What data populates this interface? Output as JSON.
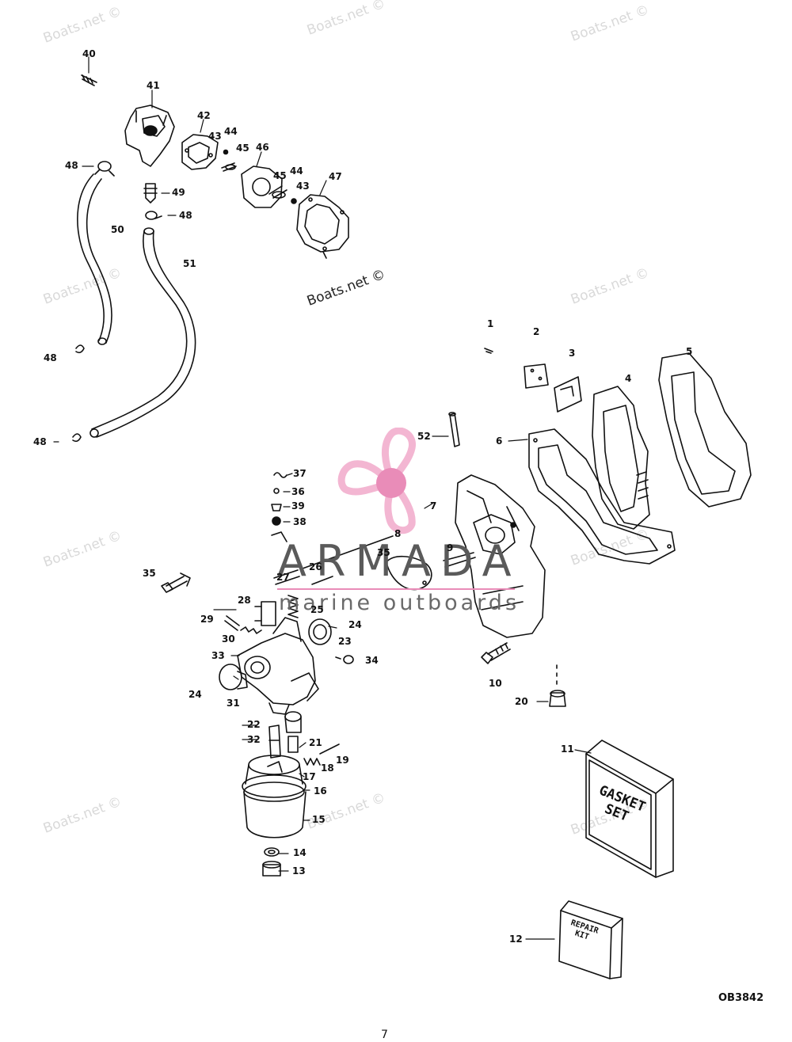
{
  "watermarks": {
    "text": "Boats.net ©"
  },
  "brand": {
    "name": "ARMADA",
    "tagline": "marine outboards",
    "colors": {
      "logo_pink": "#f3b6d2",
      "logo_hub": "#e98cb8",
      "text_gray": "#5a5a5a"
    }
  },
  "callouts": [
    {
      "id": "c40a",
      "text": "40"
    },
    {
      "id": "c41",
      "text": "41"
    },
    {
      "id": "c42",
      "text": "42"
    },
    {
      "id": "c43a",
      "text": "43"
    },
    {
      "id": "c44a",
      "text": "44"
    },
    {
      "id": "c45a",
      "text": "45"
    },
    {
      "id": "c46",
      "text": "46"
    },
    {
      "id": "c45b",
      "text": "45"
    },
    {
      "id": "c44b",
      "text": "44"
    },
    {
      "id": "c43b",
      "text": "43"
    },
    {
      "id": "c47",
      "text": "47"
    },
    {
      "id": "c48a",
      "text": "48"
    },
    {
      "id": "c49",
      "text": "49"
    },
    {
      "id": "c48b",
      "text": "48"
    },
    {
      "id": "c50",
      "text": "50"
    },
    {
      "id": "c51",
      "text": "51"
    },
    {
      "id": "c48c",
      "text": "48"
    },
    {
      "id": "c48d",
      "text": "48"
    },
    {
      "id": "c1",
      "text": "1"
    },
    {
      "id": "c2",
      "text": "2"
    },
    {
      "id": "c3",
      "text": "3"
    },
    {
      "id": "c4",
      "text": "4"
    },
    {
      "id": "c5",
      "text": "5"
    },
    {
      "id": "c52",
      "text": "52"
    },
    {
      "id": "c6",
      "text": "6"
    },
    {
      "id": "c37",
      "text": "37"
    },
    {
      "id": "c36",
      "text": "36"
    },
    {
      "id": "c39",
      "text": "39"
    },
    {
      "id": "c38",
      "text": "38"
    },
    {
      "id": "c7",
      "text": "7"
    },
    {
      "id": "c8",
      "text": "8"
    },
    {
      "id": "c35a",
      "text": "35"
    },
    {
      "id": "c9",
      "text": "9"
    },
    {
      "id": "c35b",
      "text": "35"
    },
    {
      "id": "c27",
      "text": "27"
    },
    {
      "id": "c26",
      "text": "26"
    },
    {
      "id": "c28",
      "text": "28"
    },
    {
      "id": "c25",
      "text": "25"
    },
    {
      "id": "c29",
      "text": "29"
    },
    {
      "id": "c24a",
      "text": "24"
    },
    {
      "id": "c30",
      "text": "30"
    },
    {
      "id": "c23",
      "text": "23"
    },
    {
      "id": "c33",
      "text": "33"
    },
    {
      "id": "c34",
      "text": "34"
    },
    {
      "id": "c10",
      "text": "10"
    },
    {
      "id": "c24b",
      "text": "24"
    },
    {
      "id": "c31",
      "text": "31"
    },
    {
      "id": "c20",
      "text": "20"
    },
    {
      "id": "c22",
      "text": "22"
    },
    {
      "id": "c32",
      "text": "32"
    },
    {
      "id": "c21",
      "text": "21"
    },
    {
      "id": "c11",
      "text": "11"
    },
    {
      "id": "c19",
      "text": "19"
    },
    {
      "id": "c18",
      "text": "18"
    },
    {
      "id": "c17",
      "text": "17"
    },
    {
      "id": "c16",
      "text": "16"
    },
    {
      "id": "c15",
      "text": "15"
    },
    {
      "id": "c14",
      "text": "14"
    },
    {
      "id": "c13",
      "text": "13"
    },
    {
      "id": "c12",
      "text": "12"
    }
  ],
  "boxes": {
    "gasket_set": "GASKET SET",
    "repair_kit": "REPAIR KIT"
  },
  "footer": {
    "ref_code": "OB3842",
    "page_number": "7"
  }
}
